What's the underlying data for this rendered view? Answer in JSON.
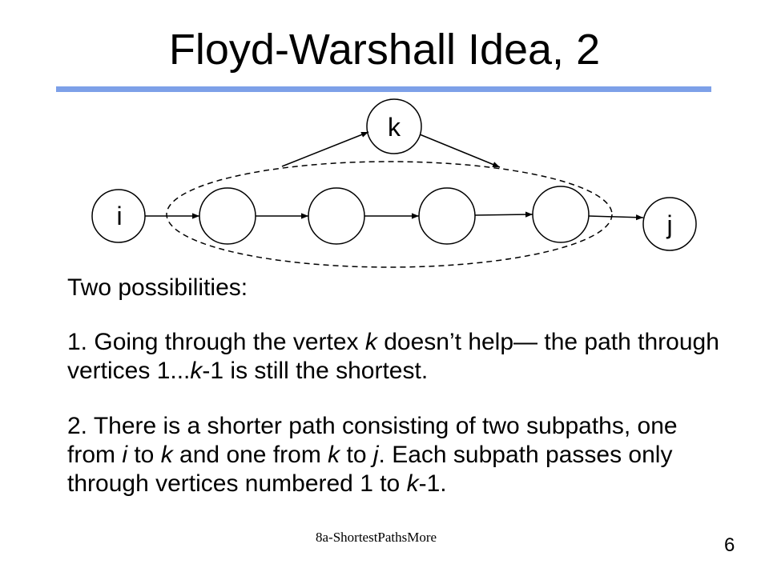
{
  "slide": {
    "title": "Floyd-Warshall Idea, 2",
    "footer": "8a-ShortestPathsMore",
    "page_number": "6"
  },
  "diagram": {
    "node_labels": {
      "k": "k",
      "i": "i",
      "j": "j"
    }
  },
  "body": {
    "intro": "Two possibilities:",
    "point1": {
      "prefix": "1. Going through the vertex ",
      "k1": "k",
      "mid": " doesn’t help— the path through vertices 1...",
      "k2": "k",
      "suffix": "-1 is still the shortest."
    },
    "point2": {
      "prefix": "2.  There is a shorter path consisting of two subpaths, one from ",
      "i": "i",
      "to1": " to ",
      "k1": "k",
      "and": " and one from ",
      "k2": "k",
      "to2": " to ",
      "j": "j",
      "tail": ". Each subpath passes only through vertices numbered 1 to ",
      "k3": "k",
      "end": "-1."
    }
  }
}
